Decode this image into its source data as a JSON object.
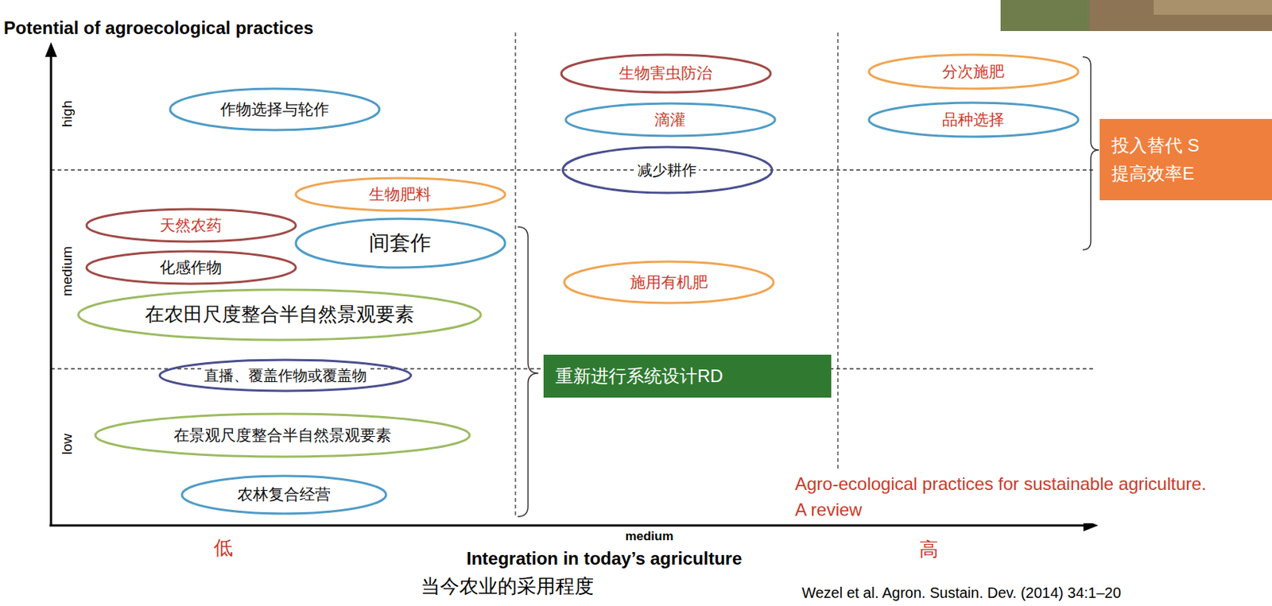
{
  "diagram": {
    "nodes": [
      {
        "text": [
          "生物害虫防治"
        ]
      },
      {
        "text": [
          "分次施肥"
        ]
      },
      {
        "text": [
          "作物选择与轮作"
        ]
      },
      {
        "text": [
          "滴灌"
        ]
      },
      {
        "text": [
          "品种选择"
        ]
      },
      {
        "text": [
          "投入替代 S",
          "提高效率E"
        ]
      },
      {
        "text": [
          "减少耕作"
        ]
      },
      {
        "text": [
          "生物肥料"
        ]
      },
      {
        "text": [
          "天然农药"
        ]
      },
      {
        "text": [
          "间套作"
        ]
      },
      {
        "text": [
          "化感作物"
        ]
      },
      {
        "text": [
          "施用有机肥"
        ]
      },
      {
        "text": [
          "在农田尺度整合半自然景观要素"
        ]
      },
      {
        "text": [
          "重新进行系统设计RD"
        ]
      },
      {
        "text": [
          "直播、覆盖作物或覆盖物"
        ]
      },
      {
        "text": [
          "在景观尺度整合半自然景观要素"
        ]
      },
      {
        "text": [
          "农林复合经营"
        ]
      }
    ],
    "labels": [
      "Potential of agroecological practices",
      "high",
      "medium",
      "low",
      "medium",
      "低",
      "Integration in today’s agriculture",
      "高",
      "当今农业的采用程度",
      "Agro-ecological practices for sustainable agriculture. A review",
      "Wezel et al. Agron. Sustain. Dev. (2014) 34:1–20"
    ]
  }
}
